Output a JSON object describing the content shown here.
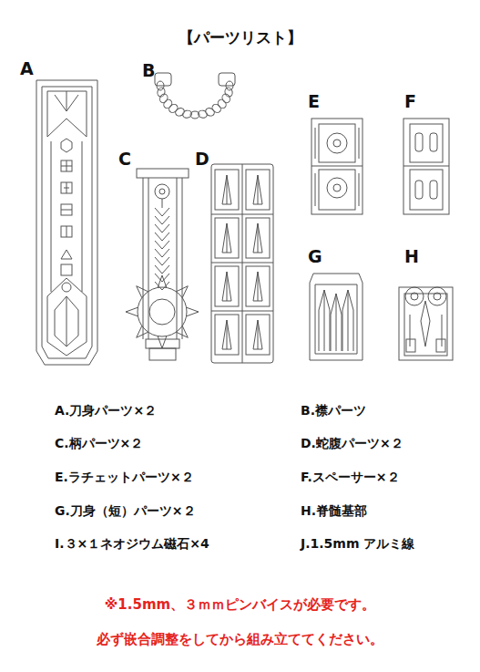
{
  "diagram": {
    "title": "【パーツリスト】",
    "labels": [
      "A",
      "B",
      "C",
      "D",
      "E",
      "F",
      "G",
      "H",
      "A.刀身パーツ×２",
      "B.襟パーツ",
      "C.柄パーツ×２",
      "D.蛇腹パーツ×２",
      "E.ラチェットパーツ×２",
      "F.スペーサー×２",
      "G.刀身（短）パーツ×２",
      "H.脊髄基部",
      "I.３×１ネオジウム磁石×4",
      "J.1.5mm アルミ線",
      "※1.5mm、３ｍｍピンバイスが必要です。",
      "必ず嵌合調整をしてから組み立ててください。"
    ]
  }
}
